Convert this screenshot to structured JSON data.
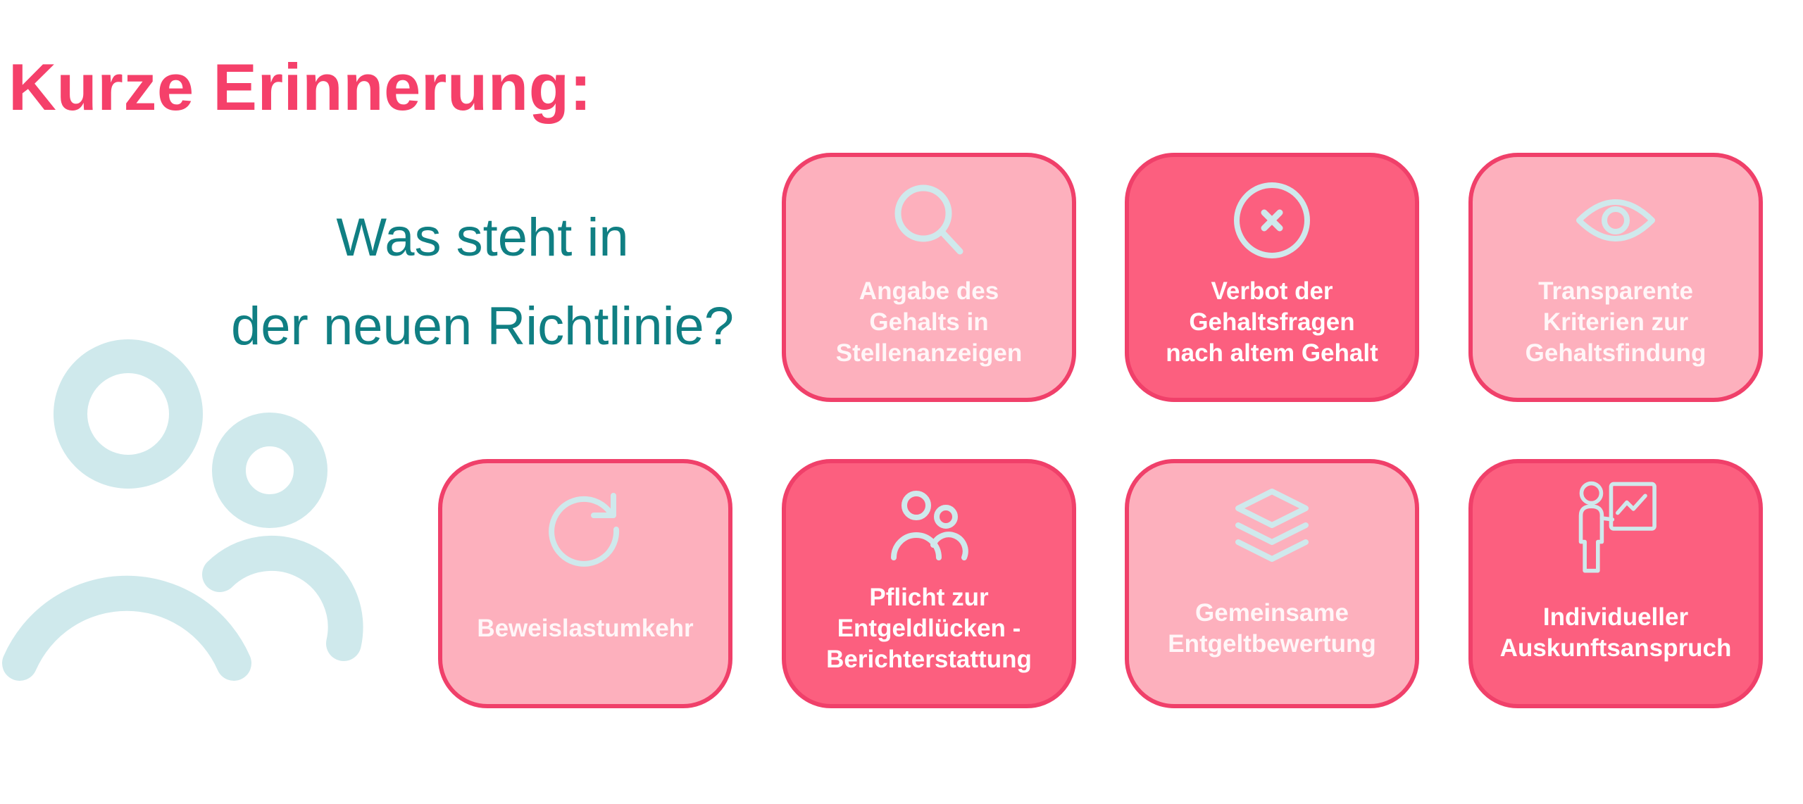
{
  "title": "Kurze Erinnerung:",
  "question": {
    "line1": "Was steht in",
    "line2": "der neuen Richtlinie?"
  },
  "colors": {
    "accent": "#f5406a",
    "teal": "#107f83",
    "icon": "#cfe9ec",
    "card_light": "#fdb0bd",
    "card_dark": "#fc5f7f",
    "card_border": "#f0406a"
  },
  "cards": [
    {
      "label": "Angabe des\nGehalts in\nStellenanzeigen",
      "icon": "search-icon",
      "tone": "light"
    },
    {
      "label": "Verbot der\nGehaltsfragen\nnach altem Gehalt",
      "icon": "x-circle-icon",
      "tone": "dark"
    },
    {
      "label": "Transparente\nKriterien zur\nGehaltsfindung",
      "icon": "eye-icon",
      "tone": "light"
    },
    {
      "label": "Beweislastumkehr",
      "icon": "refresh-icon",
      "tone": "light"
    },
    {
      "label": "Pflicht zur\nEntgeldlücken -\nBerichterstattung",
      "icon": "users-icon",
      "tone": "dark"
    },
    {
      "label": "Gemeinsame\nEntgeltbewertung",
      "icon": "layers-icon",
      "tone": "light"
    },
    {
      "label": "Individueller\nAuskunftsanspruch",
      "icon": "presentation-icon",
      "tone": "dark"
    }
  ]
}
